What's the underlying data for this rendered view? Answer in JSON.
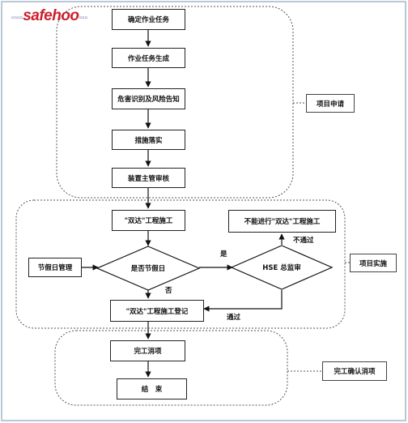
{
  "logo": {
    "dots_left": "▫▫▫▫",
    "word": "safehoo",
    "dots_right": "▫▫▫"
  },
  "phases": {
    "apply": "项目申请",
    "implement": "项目实施",
    "confirm": "完工确认消项"
  },
  "steps": {
    "confirm_task": "确定作业任务",
    "generate_task": "作业任务生成",
    "hazard_notice": "危害识别及风险告知",
    "measures": "措施落实",
    "unit_review": "装置主管审核",
    "shuangda_construction": "\"双达\"工程施工",
    "not_proceed": "不能进行\"双达\"工程施工",
    "holiday_mgmt": "节假日管理",
    "is_holiday": "是否节假日",
    "hse_review": "HSE 总监审",
    "registration": "\"双达\"工程施工登记",
    "completion": "完工消项",
    "end": "结　束"
  },
  "edge_labels": {
    "yes": "是",
    "no": "否",
    "fail": "不通过",
    "pass": "通过"
  }
}
